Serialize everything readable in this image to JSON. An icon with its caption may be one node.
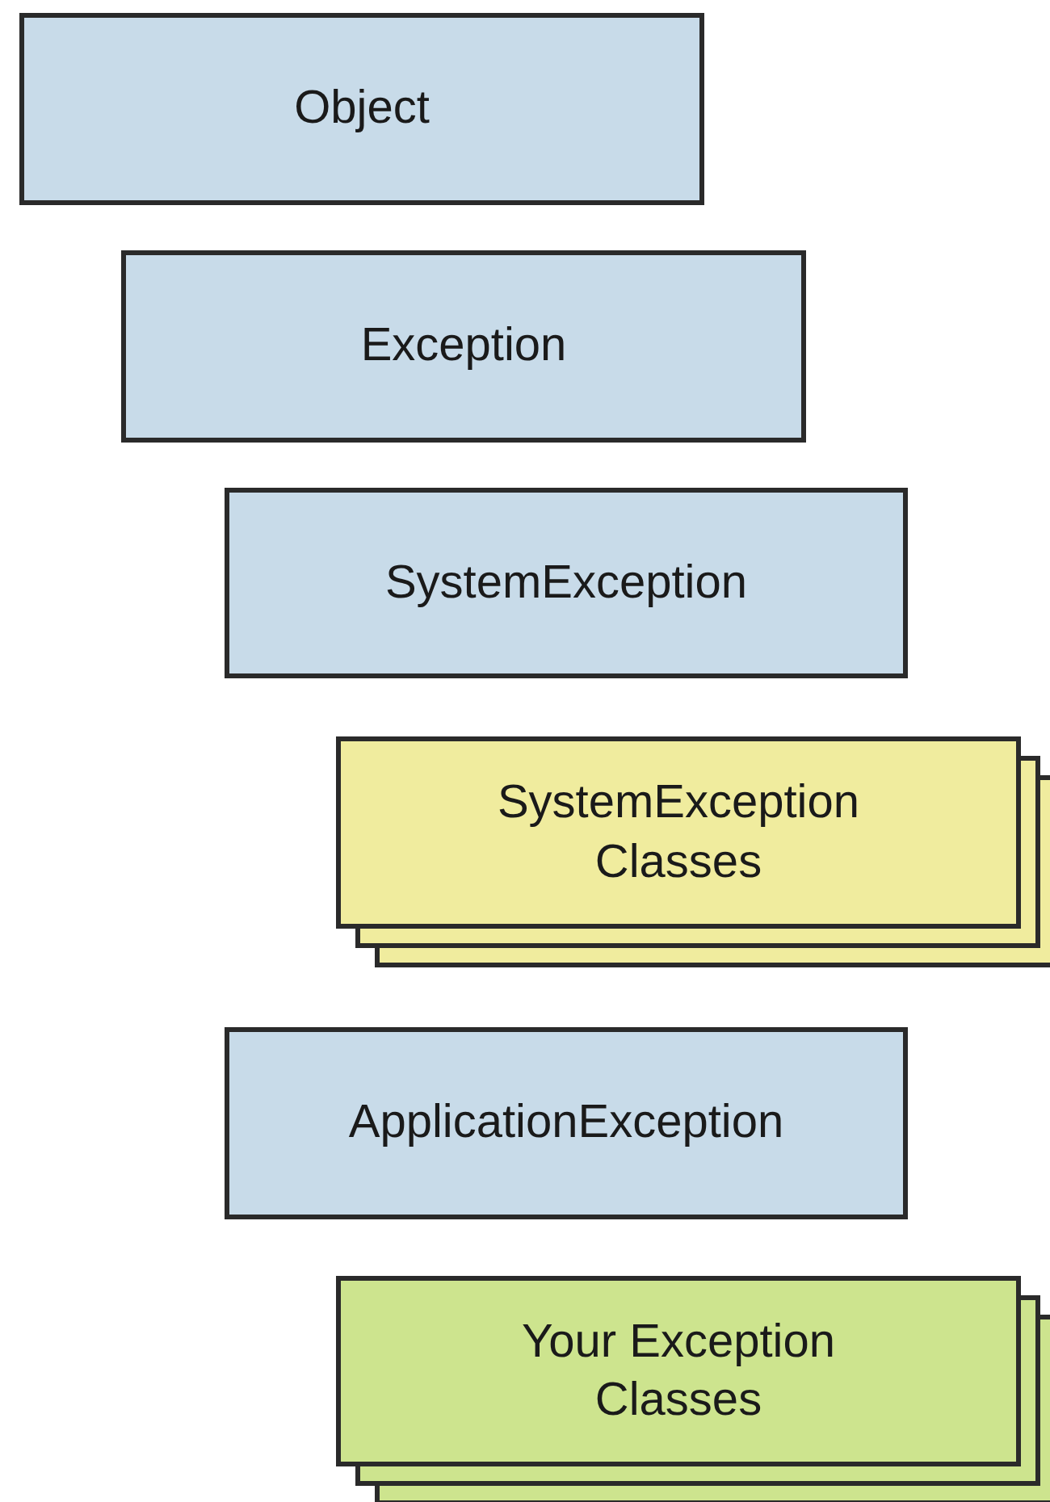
{
  "diagram": {
    "nodes": [
      {
        "text": [
          "Object"
        ]
      },
      {
        "text": [
          "Exception"
        ]
      },
      {
        "text": [
          "SystemException"
        ]
      },
      {
        "text": [
          "SystemException Classes"
        ]
      },
      {
        "text": [
          "ApplicationException"
        ]
      },
      {
        "text": [
          "Your Exception Classes"
        ]
      }
    ]
  }
}
